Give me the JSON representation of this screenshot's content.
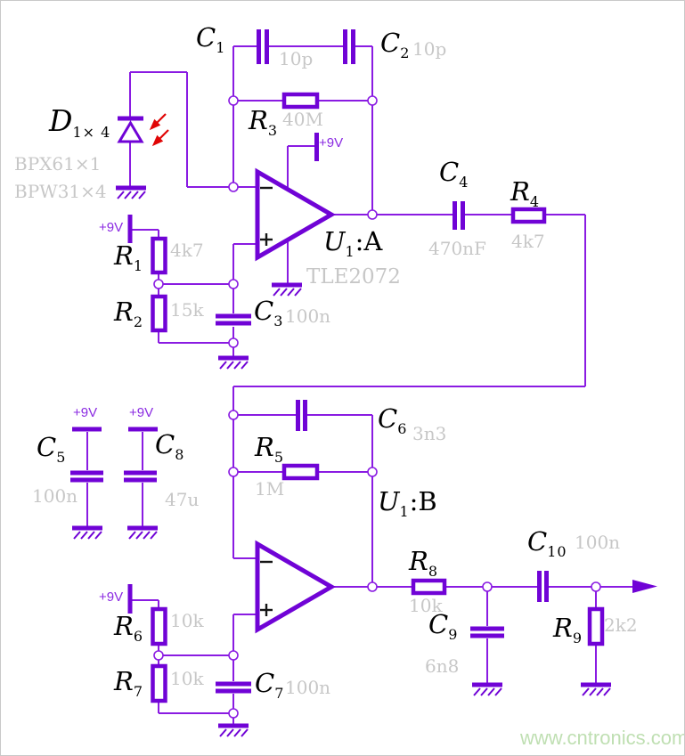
{
  "watermark": "www.cntronics.com",
  "power_label": "+9V",
  "colors": {
    "wire": "#8a1be2",
    "component_bold": "#7003d6",
    "reference_text": "#000000",
    "value_text": "#c7c7c7",
    "power_text": "#8b2be2",
    "light_arrows": "#e00505",
    "watermark_text": "#bfdfb2",
    "background": "#ffffff"
  },
  "components": {
    "c1": {
      "ref": "C",
      "sub": "1",
      "value": "10p"
    },
    "c2": {
      "ref": "C",
      "sub": "2",
      "value": "10p"
    },
    "r3": {
      "ref": "R",
      "sub": "3",
      "value": "40M"
    },
    "d1": {
      "ref": "D",
      "sub": "1× 4",
      "models": [
        "BPX61×1",
        "BPW31×4"
      ]
    },
    "r1": {
      "ref": "R",
      "sub": "1",
      "value": "4k7"
    },
    "r2": {
      "ref": "R",
      "sub": "2",
      "value": "15k"
    },
    "c3": {
      "ref": "C",
      "sub": "3",
      "value": "100n"
    },
    "u1a": {
      "ref": "U",
      "sub": "1",
      "suffix": ":A",
      "part": "TLE2072"
    },
    "c4": {
      "ref": "C",
      "sub": "4",
      "value": "470nF"
    },
    "r4": {
      "ref": "R",
      "sub": "4",
      "value": "4k7"
    },
    "c5": {
      "ref": "C",
      "sub": "5",
      "value": "100n"
    },
    "c8": {
      "ref": "C",
      "sub": "8",
      "value": "47u"
    },
    "c6": {
      "ref": "C",
      "sub": "6",
      "value": "3n3"
    },
    "r5": {
      "ref": "R",
      "sub": "5",
      "value": "1M"
    },
    "u1b": {
      "ref": "U",
      "sub": "1",
      "suffix": ":B"
    },
    "r6": {
      "ref": "R",
      "sub": "6",
      "value": "10k"
    },
    "r7": {
      "ref": "R",
      "sub": "7",
      "value": "10k"
    },
    "c7": {
      "ref": "C",
      "sub": "7",
      "value": "100n"
    },
    "r8": {
      "ref": "R",
      "sub": "8",
      "value": "10k"
    },
    "c9": {
      "ref": "C",
      "sub": "9",
      "value": "6n8"
    },
    "c10": {
      "ref": "C",
      "sub": "10",
      "value": "100n"
    },
    "r9": {
      "ref": "R",
      "sub": "9",
      "value": "2k2"
    }
  }
}
